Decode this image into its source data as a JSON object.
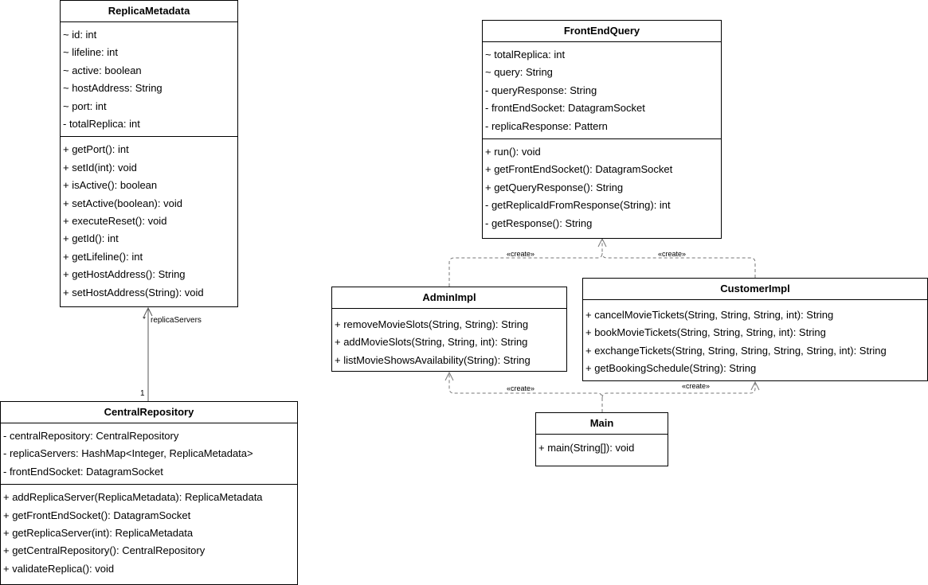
{
  "classes": {
    "replica": {
      "name": "ReplicaMetadata",
      "attributes": [
        "~ id: int",
        "~ lifeline: int",
        "~ active: boolean",
        "~ hostAddress: String",
        "~ port: int",
        "- totalReplica: int"
      ],
      "methods": [
        "+ getPort(): int",
        "+ setId(int): void",
        "+ isActive(): boolean",
        "+ setActive(boolean): void",
        "+ executeReset(): void",
        "+ getId(): int",
        "+ getLifeline(): int",
        "+ getHostAddress(): String",
        "+ setHostAddress(String): void"
      ]
    },
    "frontend": {
      "name": "FrontEndQuery",
      "attributes": [
        "~ totalReplica: int",
        "~ query: String",
        "- queryResponse: String",
        "- frontEndSocket: DatagramSocket",
        "- replicaResponse: Pattern"
      ],
      "methods": [
        "+ run(): void",
        "+ getFrontEndSocket(): DatagramSocket",
        "+ getQueryResponse(): String",
        "- getReplicaIdFromResponse(String): int",
        "- getResponse(): String"
      ]
    },
    "admin": {
      "name": "AdminImpl",
      "methods": [
        "+ removeMovieSlots(String, String): String",
        "+ addMovieSlots(String, String, int): String",
        "+ listMovieShowsAvailability(String): String"
      ]
    },
    "customer": {
      "name": "CustomerImpl",
      "methods": [
        "+ cancelMovieTickets(String, String, String, int): String",
        "+ bookMovieTickets(String, String, String, int): String",
        "+ exchangeTickets(String, String, String, String, String, int): String",
        "+ getBookingSchedule(String): String"
      ]
    },
    "central": {
      "name": "CentralRepository",
      "attributes": [
        "- centralRepository: CentralRepository",
        "- replicaServers: HashMap<Integer, ReplicaMetadata>",
        "- frontEndSocket: DatagramSocket"
      ],
      "methods": [
        "+ addReplicaServer(ReplicaMetadata): ReplicaMetadata",
        "+ getFrontEndSocket(): DatagramSocket",
        "+ getReplicaServer(int): ReplicaMetadata",
        "+ getCentralRepository(): CentralRepository",
        "+ validateReplica(): void"
      ]
    },
    "main": {
      "name": "Main",
      "methods": [
        "+ main(String[]): void"
      ]
    }
  },
  "relations": {
    "association": {
      "role": "replicaServers",
      "target_mult": "*",
      "source_mult": "1"
    },
    "create_admin_frontend": "«create»",
    "create_customer_frontend": "«create»",
    "create_main_admin": "«create»",
    "create_main_customer": "«create»"
  }
}
